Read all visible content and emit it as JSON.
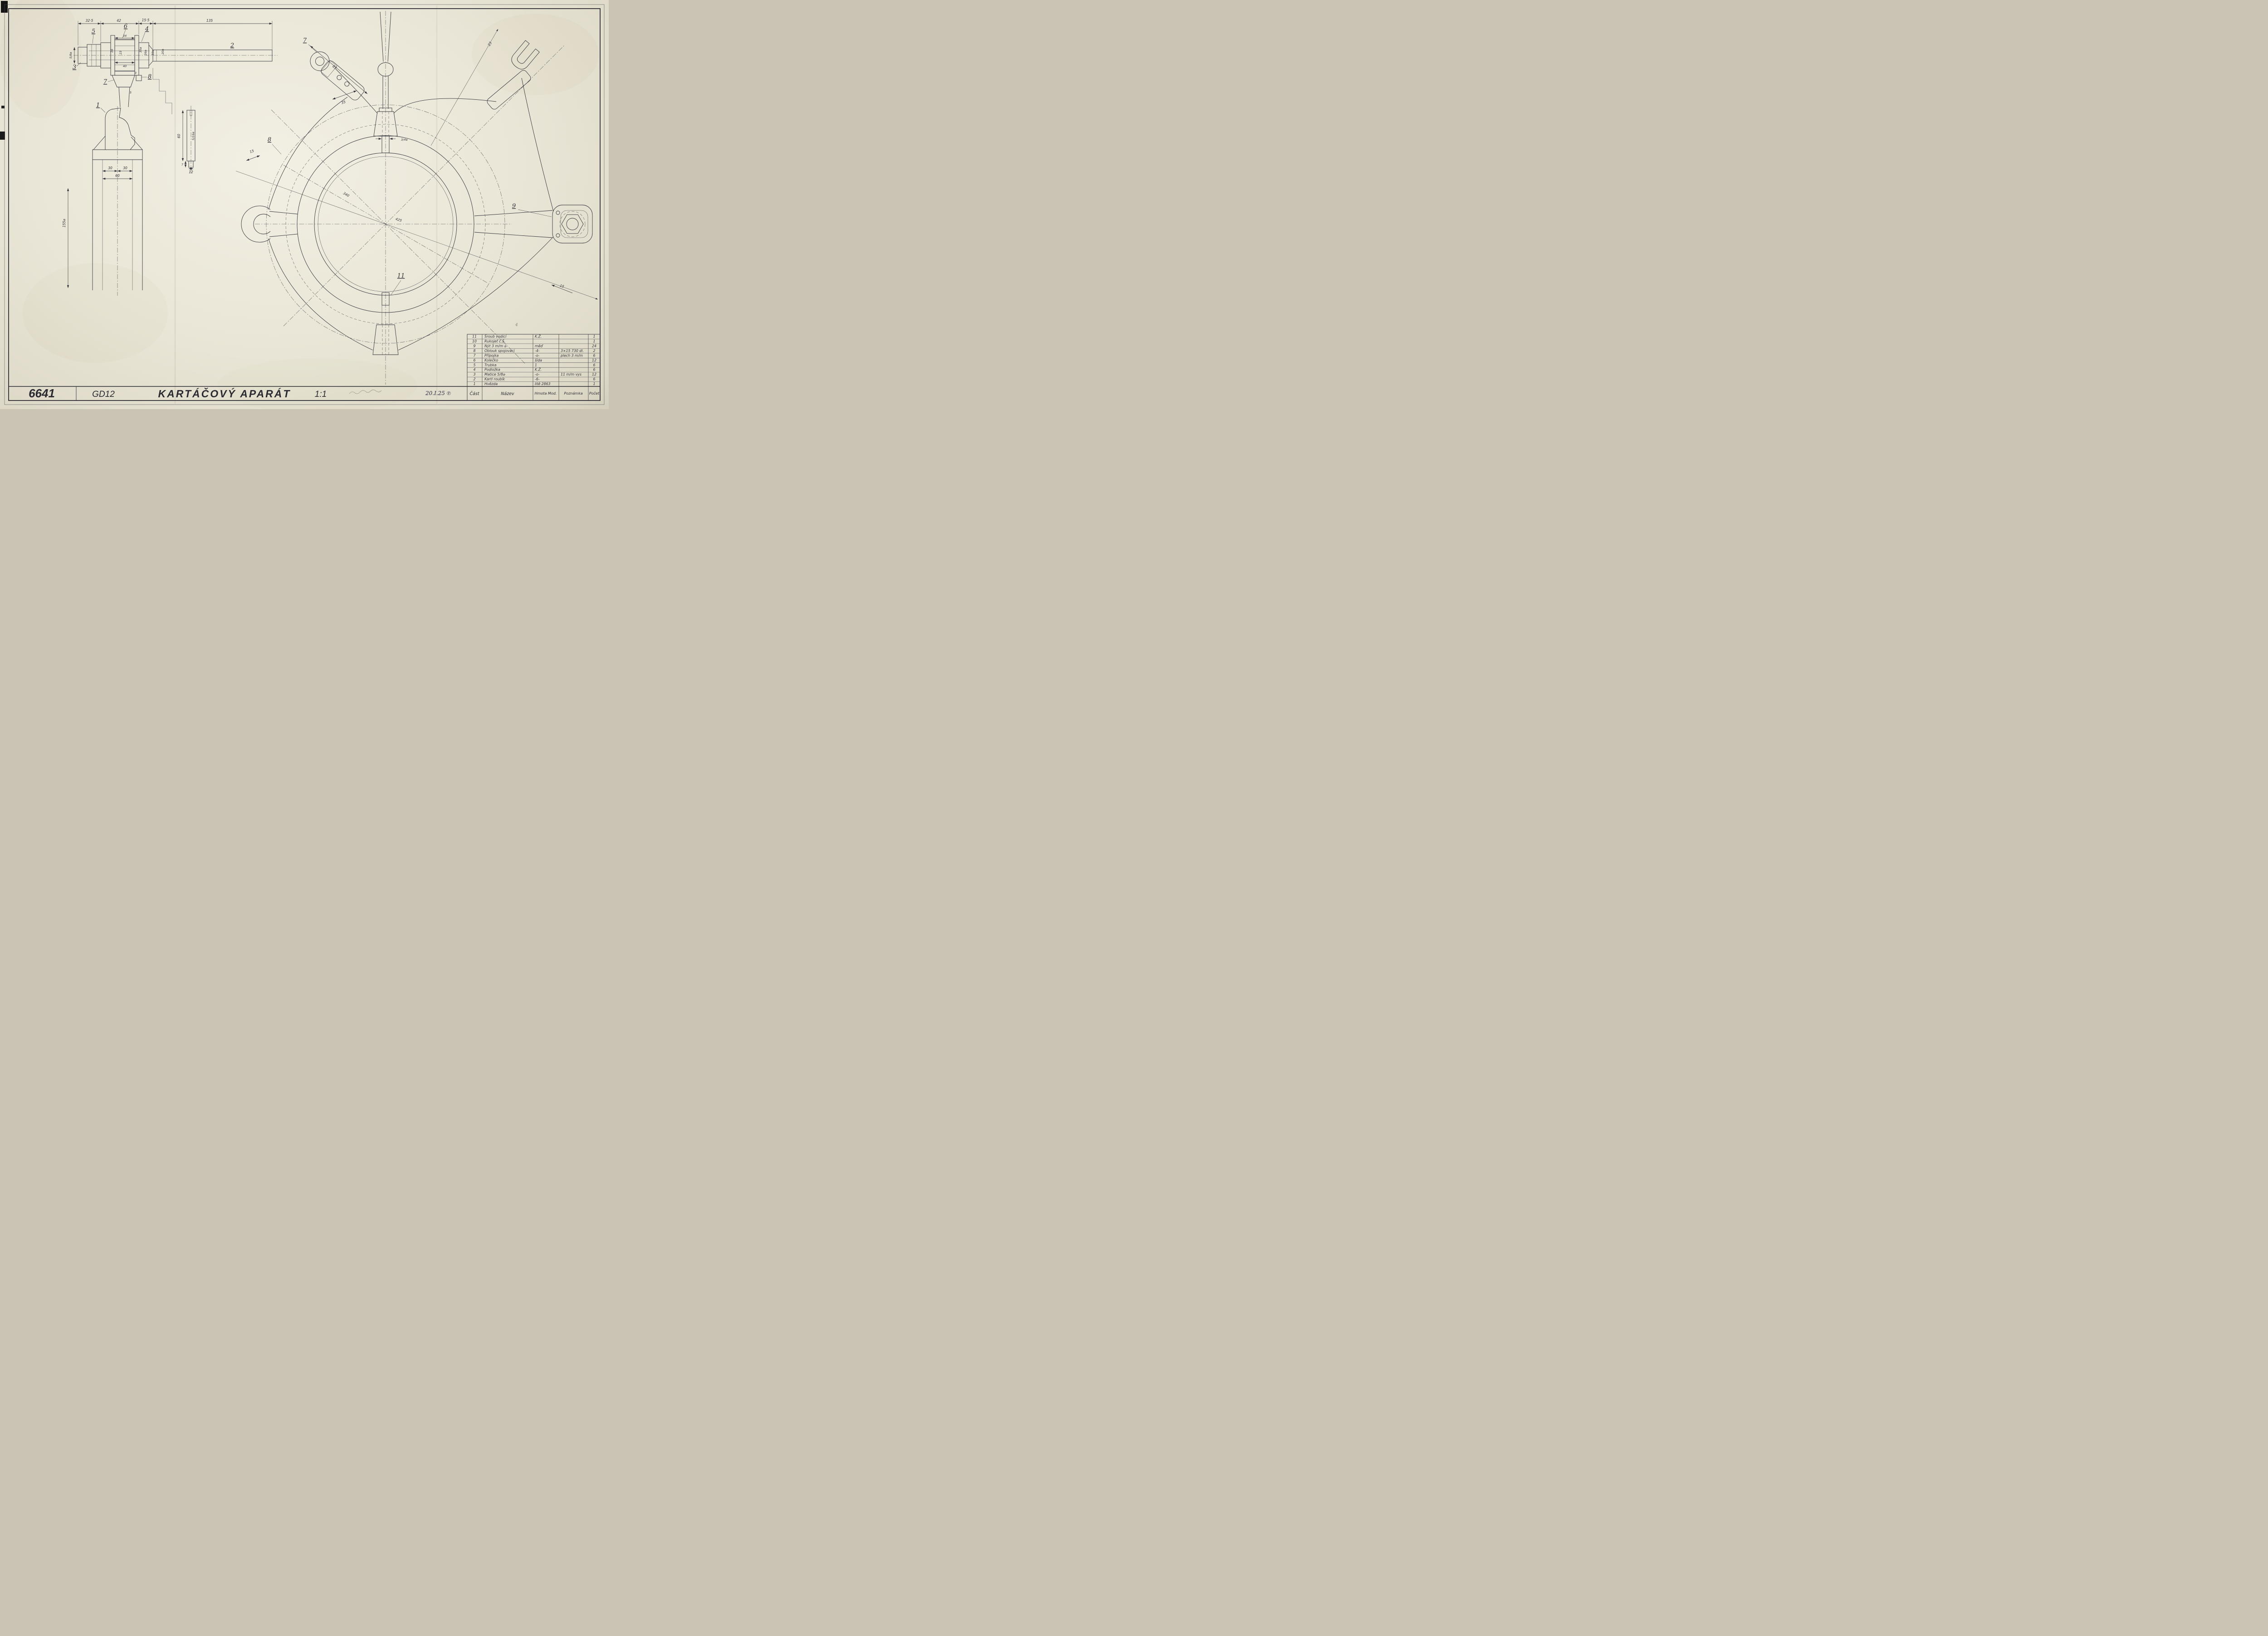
{
  "title_block": {
    "drawing_number": "6641",
    "model_code": "GD12",
    "title": "KARTÁČOVÝ APARÁT",
    "scale": "1:1",
    "stamp": "20.I.25 ℗",
    "pencil_mark": "4"
  },
  "parts_table": {
    "headers": {
      "cast": "Část",
      "nazev": "Název",
      "hmota": "Hmota Mod.",
      "poznamka": "Poznámka",
      "pocet": "Počet"
    },
    "rows": [
      {
        "num": "11",
        "nazev": "Šroub vodicí",
        "hmota": "K.Ž.",
        "poznamka": "",
        "pocet": "1"
      },
      {
        "num": "10",
        "nazev": "Rukojeť č.Š.",
        "hmota": "",
        "poznamka": "",
        "pocet": "1"
      },
      {
        "num": "9",
        "nazev": "Nýt 3 m/m ⌀",
        "hmota": "měď",
        "poznamka": "",
        "pocet": "24"
      },
      {
        "num": "8",
        "nazev": "Oblouk spojovací",
        "hmota": "-4-",
        "poznamka": "3×15 730 dl.",
        "pocet": "2"
      },
      {
        "num": "7",
        "nazev": "Přípojka",
        "hmota": "-o-",
        "poznamka": "plech 3 m/m",
        "pocet": "6"
      },
      {
        "num": "6",
        "nazev": "Kolečko",
        "hmota": "šída",
        "poznamka": "",
        "pocet": "12"
      },
      {
        "num": "5",
        "nazev": "Trubka",
        "hmota": "1",
        "poznamka": "",
        "pocet": "6"
      },
      {
        "num": "4",
        "nazev": "Podložka",
        "hmota": "K.Ž.",
        "poznamka": "",
        "pocet": "6"
      },
      {
        "num": "3",
        "nazev": "Matice 5/8⌀",
        "hmota": "-o-",
        "poznamka": "11 m/m vys",
        "pocet": "12"
      },
      {
        "num": "2",
        "nazev": "Kartl roubík",
        "hmota": "-6-",
        "poznamka": "",
        "pocet": "6"
      },
      {
        "num": "1",
        "nazev": "Hvězda",
        "hmota": "litě 2863",
        "poznamka": "",
        "pocet": "1"
      }
    ]
  },
  "shaft_view": {
    "callouts": {
      "c1": "1",
      "c2": "2",
      "c3": "3",
      "c4": "4",
      "c5": "5",
      "c6": "6",
      "c7": "7",
      "c8": "8"
    },
    "dims": {
      "d325": "32·5",
      "d42": "42",
      "d155": "15·5",
      "d135": "135",
      "d34": "34",
      "d16": "16",
      "d23": "23",
      "d40": "40",
      "d58": "5/8⌀",
      "d35": "35⌀",
      "d26": "26⌀",
      "d50": "50⌀",
      "d20": "20⌀",
      "d3": "3",
      "d5": "5",
      "d30a": "30",
      "d30b": "30",
      "d60": "60",
      "d155f": "155⌀"
    }
  },
  "pin_view": {
    "dims": {
      "d60": "60",
      "d516": "5/16⌀",
      "d12": "12",
      "d7": "7"
    }
  },
  "star_view": {
    "callouts": {
      "c7": "7",
      "c8": "8",
      "c9": "9",
      "c11": "11"
    },
    "dims": {
      "d23": "23",
      "d85": "85",
      "d35": "35",
      "d15a": "15",
      "d34t": "3/4⌀",
      "d340": "340",
      "d425": "425",
      "d15b": "15"
    }
  }
}
